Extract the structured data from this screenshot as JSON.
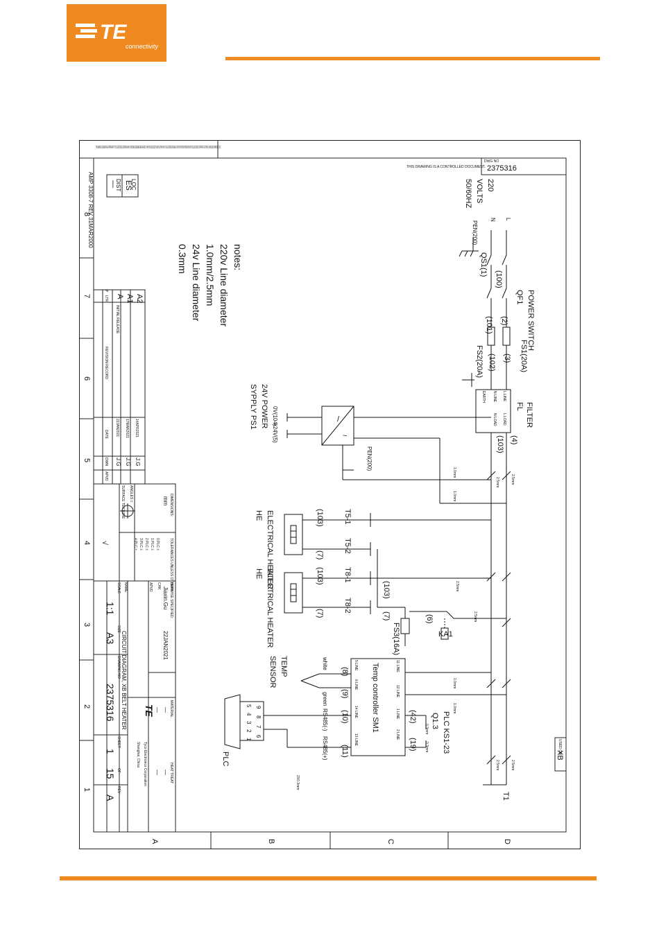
{
  "brand": {
    "logo_text": "TE",
    "logo_sub": "connectivity",
    "color": "#ef8a20"
  },
  "notice": {
    "proprietary": "THIS DRAWING IS CONFIDENTIAL AND PROPRIETARY TO TYCO ELECTRONICS CORPORATION AND ITS WORLDWIDE SUBSIDIARIES AND AFFILIATES. IT MAY NOT BE DISCLOSED TO ANYONE, OTHER THAN TYCO ELECTRONICS PERSONNEL, WITHOUT WRITTEN AUTHORIZATION FROM TYCO ELECTRONICS CORPORATION. COPYRIGHT, UNPUBLISHED, PROPRIETARY, 2021",
    "controlled": "THIS DRAWING IS A CONTROLLED DOCUMENT."
  },
  "header": {
    "dwg_no_label": "DWG NO",
    "dwg_no": "2375316",
    "used_on_label": "USED ON",
    "used_on": "XB",
    "loc_label": "LOC",
    "loc": "ES",
    "dist_label": "DIST",
    "dist": "—",
    "form": "AMP 3308-7 REV 31MAR2000"
  },
  "grid": {
    "columns": [
      "8",
      "7",
      "6",
      "5",
      "4",
      "3",
      "2",
      "1"
    ],
    "rows": [
      "A",
      "B",
      "C",
      "D"
    ]
  },
  "power": {
    "voltage": "220",
    "volts": "VOLTS",
    "freq": "50/60HZ",
    "l": "L",
    "n": "N",
    "pen": "PEN(200)",
    "qs1": "QS1(1)",
    "qf1_label": "POWER SWITCH",
    "qf1": "QF1",
    "w100": "(100)",
    "w101": "(101)",
    "w2": "(2)",
    "w3": "(3)",
    "w102": "(102)",
    "w103": "(103)",
    "w4": "(4)",
    "fs1": "FS1(20A)",
    "fs2": "FS2(20A)"
  },
  "filter": {
    "title": "FILTER",
    "name": "FL",
    "l_line": "L LINE",
    "n_line": "N LINE",
    "l_load": "L LOAD",
    "n_load": "N LOAD",
    "earth": "EARTH"
  },
  "ps1": {
    "title": "24V POWER",
    "name": "SYPPLY PS1",
    "out_0v": "0V(104)",
    "out_24": "+24V(5)",
    "pen": "PEN(200)"
  },
  "wires": {
    "w1_0mm": "1.0mm",
    "w2_5mm": "2.5mm",
    "w0_3mm": "0.3mm",
    "w2x0_3": "2X0.3mm"
  },
  "heaters": {
    "he1_type": "ELECTRICAL HEATER",
    "he1_name": "HE",
    "he2_type": "ELECTRICAL HEATER",
    "he2_name": "HE",
    "t5_1": "T5-1",
    "t5_2": "T5-2",
    "t8_1": "T8-1",
    "t8_2": "T8-2",
    "w103a": "(103)",
    "w7a": "(7)",
    "w103b": "(103)",
    "w7b": "(7)",
    "w103c": "(103)",
    "w7c": "(7)",
    "w6": "(6)"
  },
  "fs3": {
    "label": "FS3(16A)"
  },
  "ka1": {
    "label": "KA1"
  },
  "temp": {
    "title": "Temp controller SM1",
    "t11": "11 LINE",
    "t12": "12 LINE",
    "t5": "5 LINE",
    "t6": "6 LINE",
    "t14": "14 LINE",
    "t13": "13 LINE",
    "t1": "1 LINE",
    "t2": "2 LINE",
    "w8": "(8)",
    "w9": "(9)",
    "w10": "(10)",
    "w11": "(11)",
    "w42": "(42)",
    "w19": "(19)",
    "sensor1": "TEMP",
    "sensor2": "SENSOR",
    "white": "white",
    "green": "green",
    "rs485m": "RS485(-)",
    "rs485p": "RS485(+)"
  },
  "plc": {
    "label": "PLC  KS1-23",
    "q": "Q1.3",
    "name": "PLC",
    "pins": [
      "1",
      "2",
      "3",
      "4",
      "5",
      "6",
      "7",
      "8",
      "9"
    ]
  },
  "t1": {
    "label": "T1"
  },
  "notes": {
    "title": "notes:",
    "line1": "220v Line diameter",
    "line2": "1.0mm/2.5mm",
    "line3": "24v Line diameter",
    "line4": "0.3mm"
  },
  "revision": {
    "title": "REVISION RECORD",
    "rows": [
      {
        "ltr": "A2",
        "desc": "",
        "date": "14APR2021",
        "dwn": "J.G",
        "apvd": ""
      },
      {
        "ltr": "A1",
        "desc": "",
        "date": "17MAR2021",
        "dwn": "J.G",
        "apvd": ""
      },
      {
        "ltr": "A",
        "desc": "INITIAL RELEASE",
        "date": "22JAN2021",
        "dwn": "J.G",
        "apvd": ""
      }
    ],
    "headers": {
      "p": "P",
      "ltr": "LTR",
      "desc": "DESCRIPTION",
      "date": "DATE",
      "dwn": "DWN",
      "apvd": "APVD"
    }
  },
  "tolerance": {
    "dimensions": "DIMENSIONS:",
    "unit": "mm",
    "tol_title": "TOLERANCES UNLESS OTHERWISE SPECIFIED:",
    "places": [
      "0 PLC ±",
      "1 PLC ±",
      "2 PLC ±",
      "3 PLC ±",
      "4 PLC ±"
    ],
    "angles": "ANGLES ±",
    "surface": "SURFACE TEXTURE",
    "check": "√"
  },
  "title_block": {
    "dwn_label": "DWN",
    "dwn": "Jiaxin.Gu",
    "dwn_date": "22JAN2021",
    "chk_label": "CHK",
    "apvd_label": "APVD",
    "material_label": "MATERIAL",
    "material": "—",
    "finish_label": "FINISH",
    "finish": "—",
    "heat_label": "HEAT TREAT",
    "heat": "—",
    "company": "Tyco Electronics Corporation",
    "city": "Shanghai, China",
    "name_label": "NAME",
    "name": "CIRCUIT DIAGRAM,  XB BELT HEATER",
    "size_label": "SIZE",
    "size": "A3",
    "drawing_no_label": "DRAWING NO",
    "drawing_no": "2375316",
    "rev_label": "REV",
    "rev": "A",
    "scale_label": "SCALE",
    "scale": "1:1",
    "sheet_label": "SHEET",
    "sheet": "1",
    "of": "OF",
    "sheets": "15"
  }
}
